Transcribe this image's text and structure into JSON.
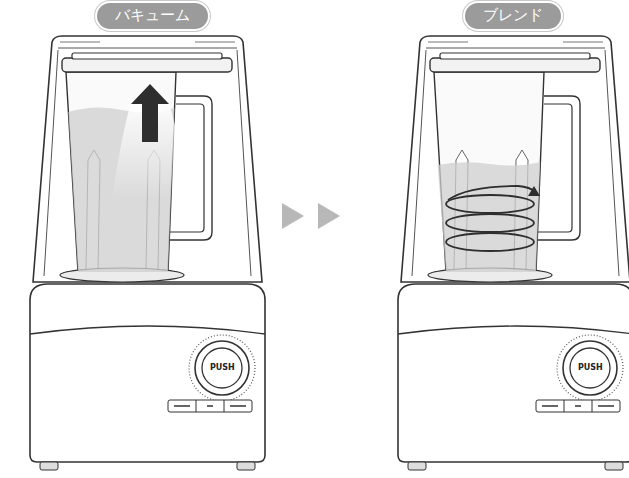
{
  "diagram": {
    "nodes": [
      {
        "text": [
          "バキューム"
        ]
      },
      {
        "text": [
          "ブレンド"
        ]
      }
    ],
    "labels": [
      "PUSH",
      "PUSH"
    ]
  }
}
